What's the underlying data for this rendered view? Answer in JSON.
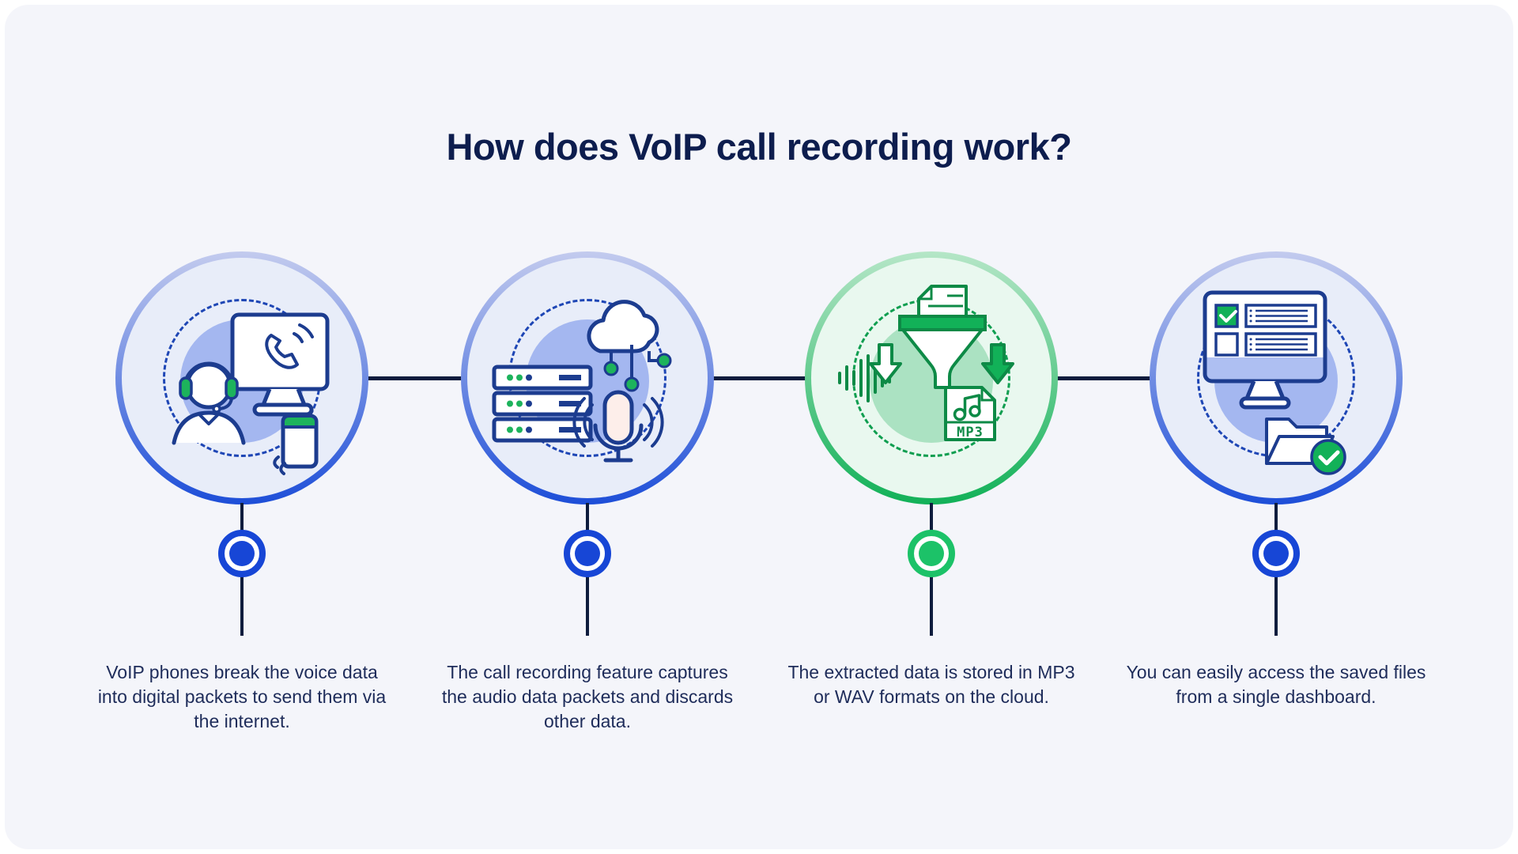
{
  "title": "How does VoIP call recording work?",
  "palette": {
    "page_background": "#ffffff",
    "panel_background": "#f4f5fa",
    "title_color": "#0d1d4e",
    "body_text_color": "#1e2c5a",
    "connector_line_color": "#0e1c3d",
    "accent_blue": "#1d4ed8",
    "accent_green": "#12b158",
    "icon_navy_stroke": "#1c3c8f",
    "icon_green_stroke": "#0d8a46"
  },
  "steps": [
    {
      "id": 1,
      "icon": "agent-computer-phone-icon",
      "description": "VoIP phones break the voice data into digital packets to send them via the internet.",
      "colors": {
        "main": "#1d4ed8",
        "top": "#c3cbee",
        "fill": "#e8edf9",
        "blob": "#a4b7f0",
        "dash": "#1e46b5",
        "bullet": "#1746d6"
      }
    },
    {
      "id": 2,
      "icon": "servers-cloud-microphone-icon",
      "description": "The call recording feature captures the audio data packets and discards other data.",
      "colors": {
        "main": "#1d4ed8",
        "top": "#c3cbee",
        "fill": "#e8edf9",
        "blob": "#a4b7f0",
        "dash": "#1e46b5",
        "bullet": "#1746d6"
      }
    },
    {
      "id": 3,
      "icon": "waveform-funnel-mp3-icon",
      "icon_labels": {
        "format": "MP3"
      },
      "description": "The extracted data is stored in MP3 or WAV formats on the cloud.",
      "colors": {
        "main": "#12b158",
        "top": "#b5e6c7",
        "fill": "#e9f8ef",
        "blob": "#abe2c2",
        "dash": "#0f9e50",
        "bullet": "#1cc268"
      }
    },
    {
      "id": 4,
      "icon": "dashboard-folder-check-icon",
      "description": "You can easily access the saved files from a single dashboard.",
      "colors": {
        "main": "#1d4ed8",
        "top": "#c3cbee",
        "fill": "#e8edf9",
        "blob": "#a4b7f0",
        "dash": "#1e46b5",
        "bullet": "#1746d6"
      }
    }
  ]
}
